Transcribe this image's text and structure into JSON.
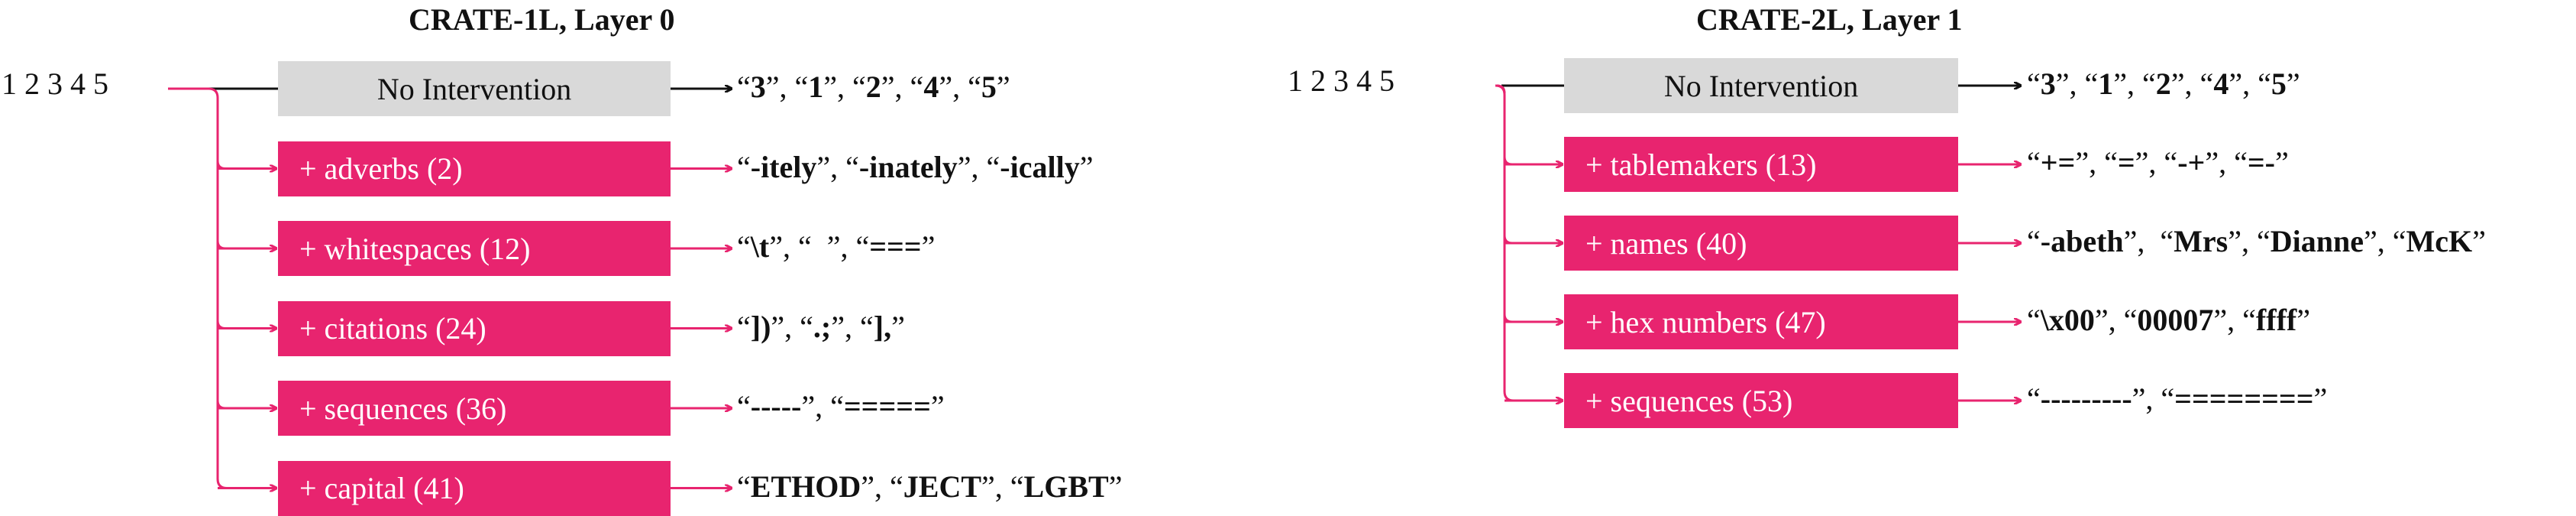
{
  "colors": {
    "intervention": "#e8246f",
    "no_intervention": "#d9d9d9",
    "base_line": "#111111"
  },
  "panels": [
    {
      "title": "CRATE-1L, Layer 0",
      "input": "1 2 3 4 5",
      "rows": [
        {
          "label": "No Intervention",
          "kind": "base",
          "outputs": [
            "“<b>3</b>”",
            "“<b>1</b>”",
            "“<b>2</b>”",
            "“<b>4</b>”",
            "“<b>5</b>”"
          ]
        },
        {
          "label": "+ adverbs (2)",
          "kind": "intervention",
          "outputs": [
            "“<b>-itely</b>”",
            "“<b>-inately</b>”",
            "“<b>-ically</b>”"
          ]
        },
        {
          "label": "+ whitespaces (12)",
          "kind": "intervention",
          "outputs": [
            "“<b>\\t</b>”",
            "“&nbsp;&nbsp;”",
            "“<b>===</b>”"
          ]
        },
        {
          "label": "+ citations (24)",
          "kind": "intervention",
          "outputs": [
            "“<b>])</b>”",
            "“<b>.;</b>”",
            "“<b>],</b>”"
          ]
        },
        {
          "label": "+ sequences (36)",
          "kind": "intervention",
          "outputs": [
            "“<b>-----</b>”",
            "“<b>=====</b>”"
          ]
        },
        {
          "label": "+ capital (41)",
          "kind": "intervention",
          "outputs": [
            "“<b>ETHOD</b>”",
            "“<b>JECT</b>”",
            "“<b>LGBT</b>”"
          ]
        }
      ]
    },
    {
      "title": "CRATE-2L, Layer 1",
      "input": "1 2 3 4 5",
      "rows": [
        {
          "label": "No Intervention",
          "kind": "base",
          "outputs": [
            "“<b>3</b>”",
            "“<b>1</b>”",
            "“<b>2</b>”",
            "“<b>4</b>”",
            "“<b>5</b>”"
          ]
        },
        {
          "label": "+ tablemakers (13)",
          "kind": "intervention",
          "outputs": [
            "“<b>+=</b>”",
            "“<b>=</b>”",
            "“<b>-+</b>”",
            "“<b>=-</b>”"
          ]
        },
        {
          "label": "+ names (40)",
          "kind": "intervention",
          "outputs": [
            "“<b>-abeth</b>”",
            "&nbsp;“<b>Mrs</b>”",
            "“<b>Dianne</b>”",
            "“<b>McK</b>”"
          ]
        },
        {
          "label": "+ hex numbers (47)",
          "kind": "intervention",
          "outputs": [
            "“<b>\\x00</b>”",
            "“<b>00007</b>”",
            "“<b>ffff</b>”"
          ]
        },
        {
          "label": "+ sequences (53)",
          "kind": "intervention",
          "outputs": [
            "“<b>---------</b>”",
            "“<b>========</b>”"
          ]
        }
      ]
    }
  ]
}
